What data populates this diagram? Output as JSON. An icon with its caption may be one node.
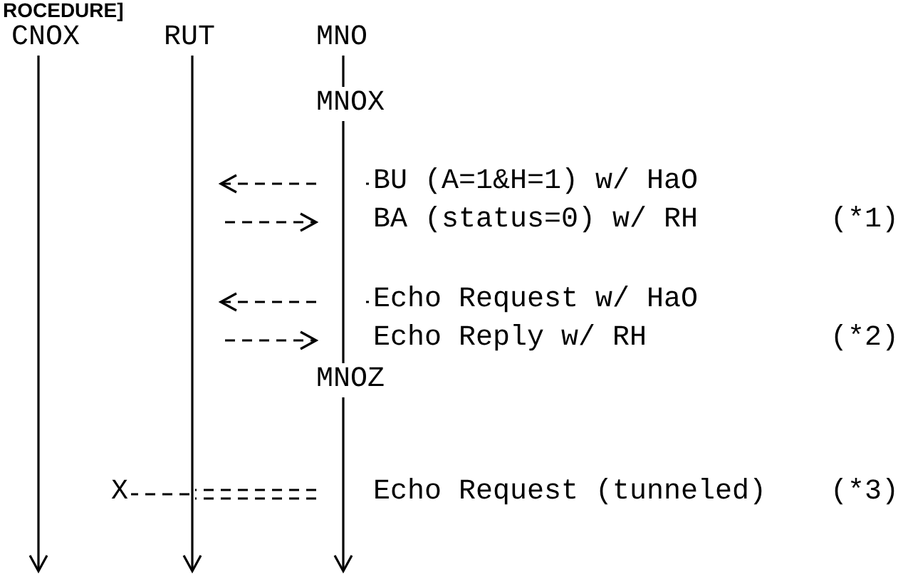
{
  "diagram": {
    "title": "ROCEDURE]",
    "nodes": [
      {
        "text": [
          "CNOX"
        ]
      },
      {
        "text": [
          "RUT"
        ]
      },
      {
        "text": [
          "MNO"
        ]
      },
      {
        "text": [
          "MNOX"
        ]
      },
      {
        "text": [
          "BU (A=1&H=1) w/ HaO"
        ]
      },
      {
        "text": [
          "BA (status=0) w/ RH"
        ]
      },
      {
        "text": [
          "Echo Request w/ HaO"
        ]
      },
      {
        "text": [
          "Echo Reply w/ RH"
        ]
      },
      {
        "text": [
          "MNOZ"
        ]
      },
      {
        "text": [
          "X"
        ]
      },
      {
        "text": [
          "Echo Request (tunneled)"
        ],
        "beside": [
          "(*3)"
        ]
      }
    ],
    "edges": [
      {
        "from": 0,
        "to": null,
        "arrow": "to"
      },
      {
        "from": 1,
        "to": null,
        "arrow": "to"
      },
      {
        "from": 2,
        "to": 3,
        "arrow": "none"
      },
      {
        "from": 3,
        "to": 8,
        "arrow": "none"
      },
      {
        "from": 8,
        "to": null,
        "arrow": "to"
      },
      {
        "from": 4,
        "to": null,
        "arrow": "to",
        "style": "dashed"
      },
      {
        "from": null,
        "to": 5,
        "arrow": "to",
        "style": "dashed"
      },
      {
        "from": 6,
        "to": null,
        "arrow": "to",
        "style": "dashed"
      },
      {
        "from": null,
        "to": 7,
        "arrow": "to",
        "style": "dashed"
      },
      {
        "from": 10,
        "to": 9,
        "arrow": "none",
        "style": "dashed"
      }
    ],
    "labels": [
      "(*1)",
      "(*2)"
    ]
  }
}
